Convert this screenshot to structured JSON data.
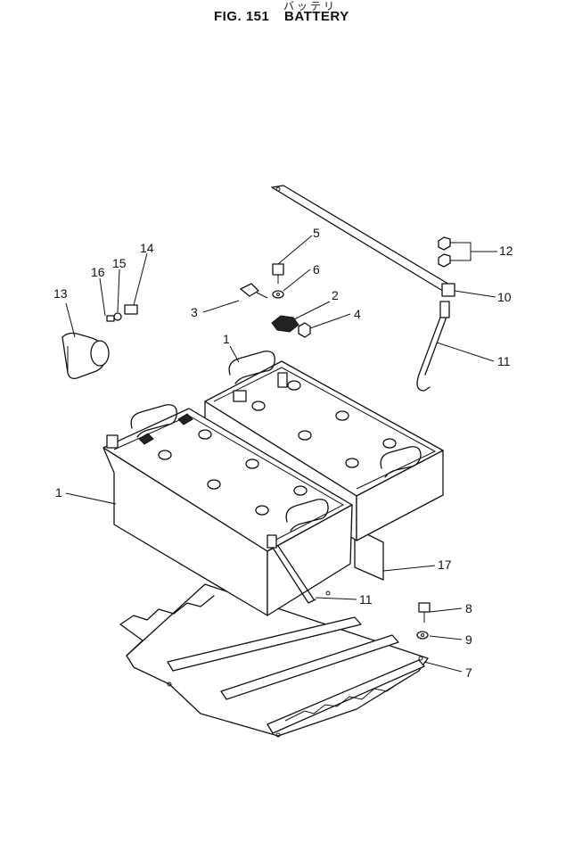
{
  "header": {
    "figure_number": "FIG. 151",
    "title": "BATTERY",
    "title_japanese": "バッテリ"
  },
  "callouts": [
    "1",
    "1",
    "2",
    "3",
    "4",
    "5",
    "6",
    "7",
    "8",
    "9",
    "10",
    "11",
    "11",
    "12",
    "13",
    "14",
    "15",
    "16",
    "17"
  ]
}
